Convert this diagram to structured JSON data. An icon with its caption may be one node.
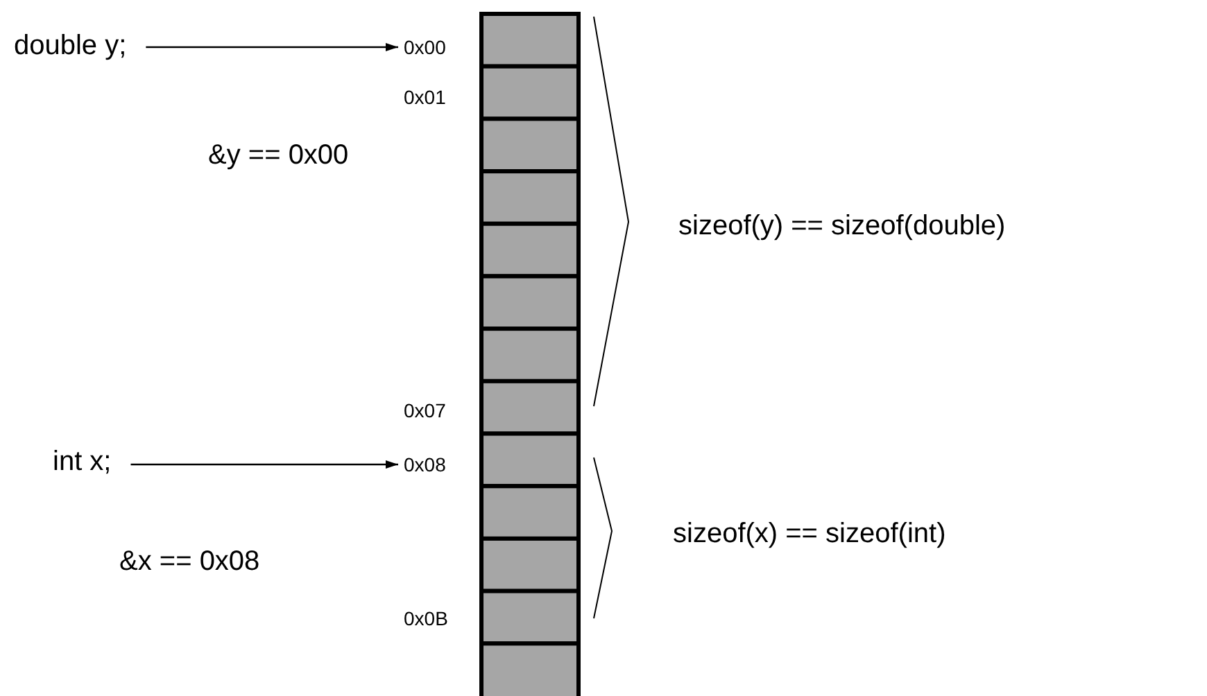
{
  "diagram": {
    "nodes": [
      {
        "text": [
          "double y;"
        ]
      },
      {
        "text": [
          "0x00"
        ]
      },
      {
        "text": [
          "int x;"
        ]
      },
      {
        "text": [
          "0x08"
        ]
      }
    ],
    "edges": [
      {
        "from": 0,
        "to": 1,
        "arrow": "to"
      },
      {
        "from": 2,
        "to": 3,
        "arrow": "to"
      }
    ],
    "labels": [
      "0x01",
      "&y == 0x00",
      "sizeof(y) == sizeof(double)",
      "0x07",
      "&x == 0x08",
      "sizeof(x) == sizeof(int)",
      "0x0B"
    ]
  }
}
